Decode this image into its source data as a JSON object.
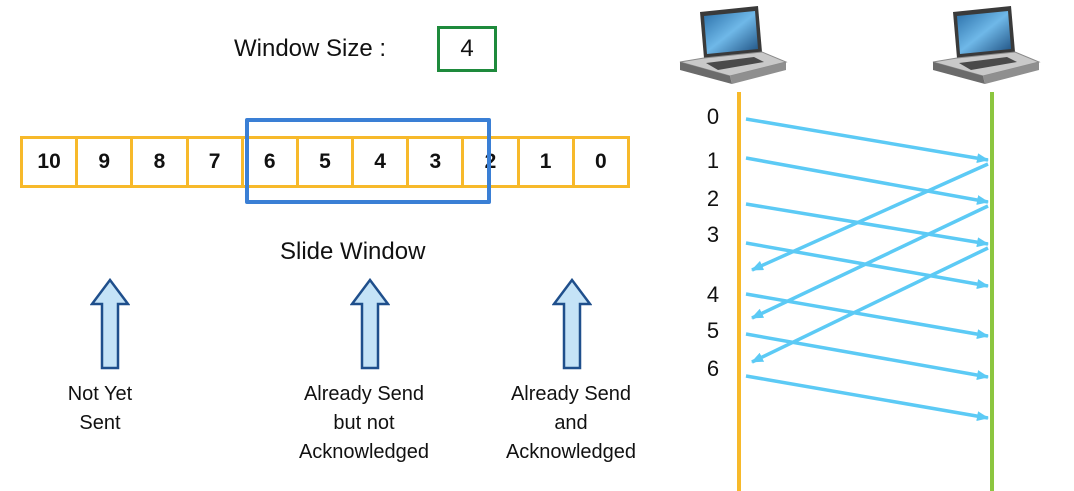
{
  "window_size": {
    "label": "Window Size :",
    "value": "4"
  },
  "cells": [
    "10",
    "9",
    "8",
    "7",
    "6",
    "5",
    "4",
    "3",
    "2",
    "1",
    "0"
  ],
  "slide_window_label": "Slide Window",
  "captions": {
    "not_yet_sent": [
      "Not Yet",
      "Sent"
    ],
    "sent_not_acked": [
      "Already Send",
      "but not",
      "Acknowledged"
    ],
    "sent_acked": [
      "Already Send",
      "and",
      "Acknowledged"
    ]
  },
  "sequence_numbers": [
    "0",
    "1",
    "2",
    "3",
    "4",
    "5",
    "6"
  ],
  "colors": {
    "cell_border": "#f7b92a",
    "window_frame": "#3a7fd5",
    "window_size_border": "#1e8a3c",
    "arrow_fill": "#c5e3f7",
    "arrow_stroke": "#1f4f8c",
    "message_arrow": "#5ccaf5",
    "sender_line": "#f7b92a",
    "receiver_line": "#8cc63f"
  }
}
